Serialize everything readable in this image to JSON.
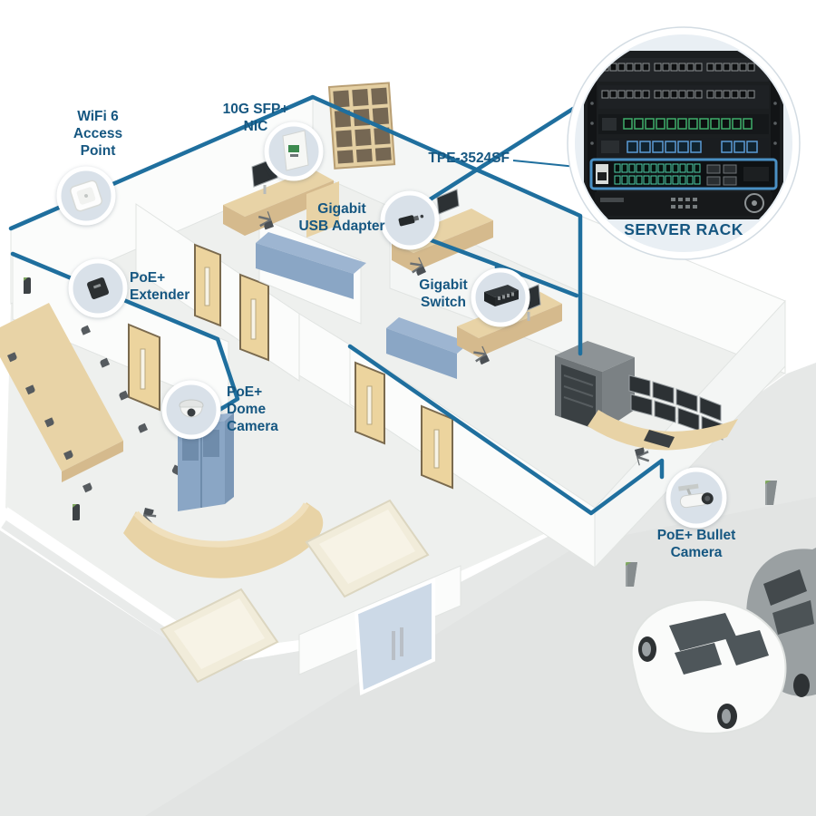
{
  "diagram": {
    "callouts": {
      "wifi_ap": {
        "label": "WiFi 6\nAccess\nPoint"
      },
      "sfp_nic": {
        "label": "10G SFP+\nNIC"
      },
      "usb_adapter": {
        "label": "Gigabit\nUSB Adapter"
      },
      "gigabit_switch": {
        "label": "Gigabit\nSwitch"
      },
      "poe_extender": {
        "label": "PoE+\nExtender"
      },
      "dome_camera": {
        "label": "PoE+\nDome\nCamera"
      },
      "bullet_camera": {
        "label": "PoE+ Bullet\nCamera"
      },
      "product": {
        "label": "TPE-3524SF"
      },
      "server_rack": {
        "label": "SERVER RACK"
      }
    },
    "colors": {
      "label_text": "#165781",
      "line": "#1f6f9e",
      "circle_fill": "#d9e1e9",
      "circle_ring": "#ffffff",
      "rack_highlight": "#4a90c4"
    }
  }
}
